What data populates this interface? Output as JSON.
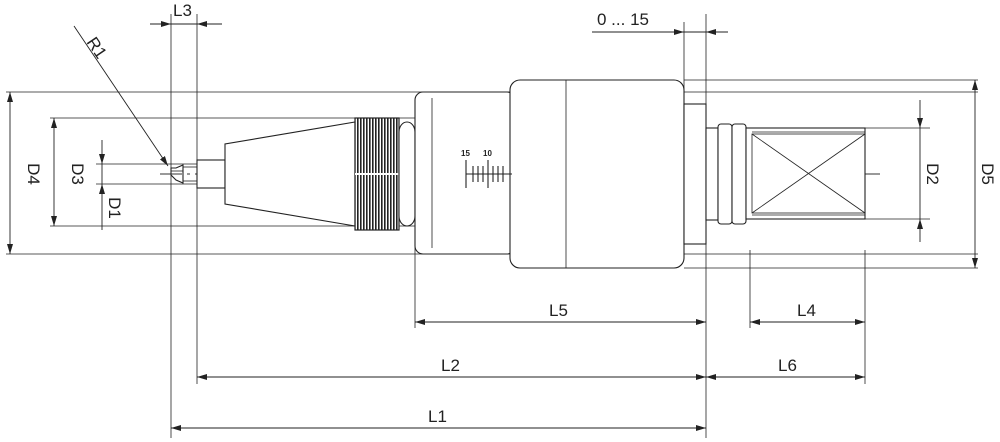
{
  "labels": {
    "L1": "L1",
    "L2": "L2",
    "L3": "L3",
    "L4": "L4",
    "L5": "L5",
    "L6": "L6",
    "D1": "D1",
    "D2": "D2",
    "D3": "D3",
    "D4": "D4",
    "D5": "D5",
    "R1": "R1",
    "range": "0 ... 15"
  },
  "scale": {
    "mark_15": "15",
    "mark_10": "10"
  }
}
